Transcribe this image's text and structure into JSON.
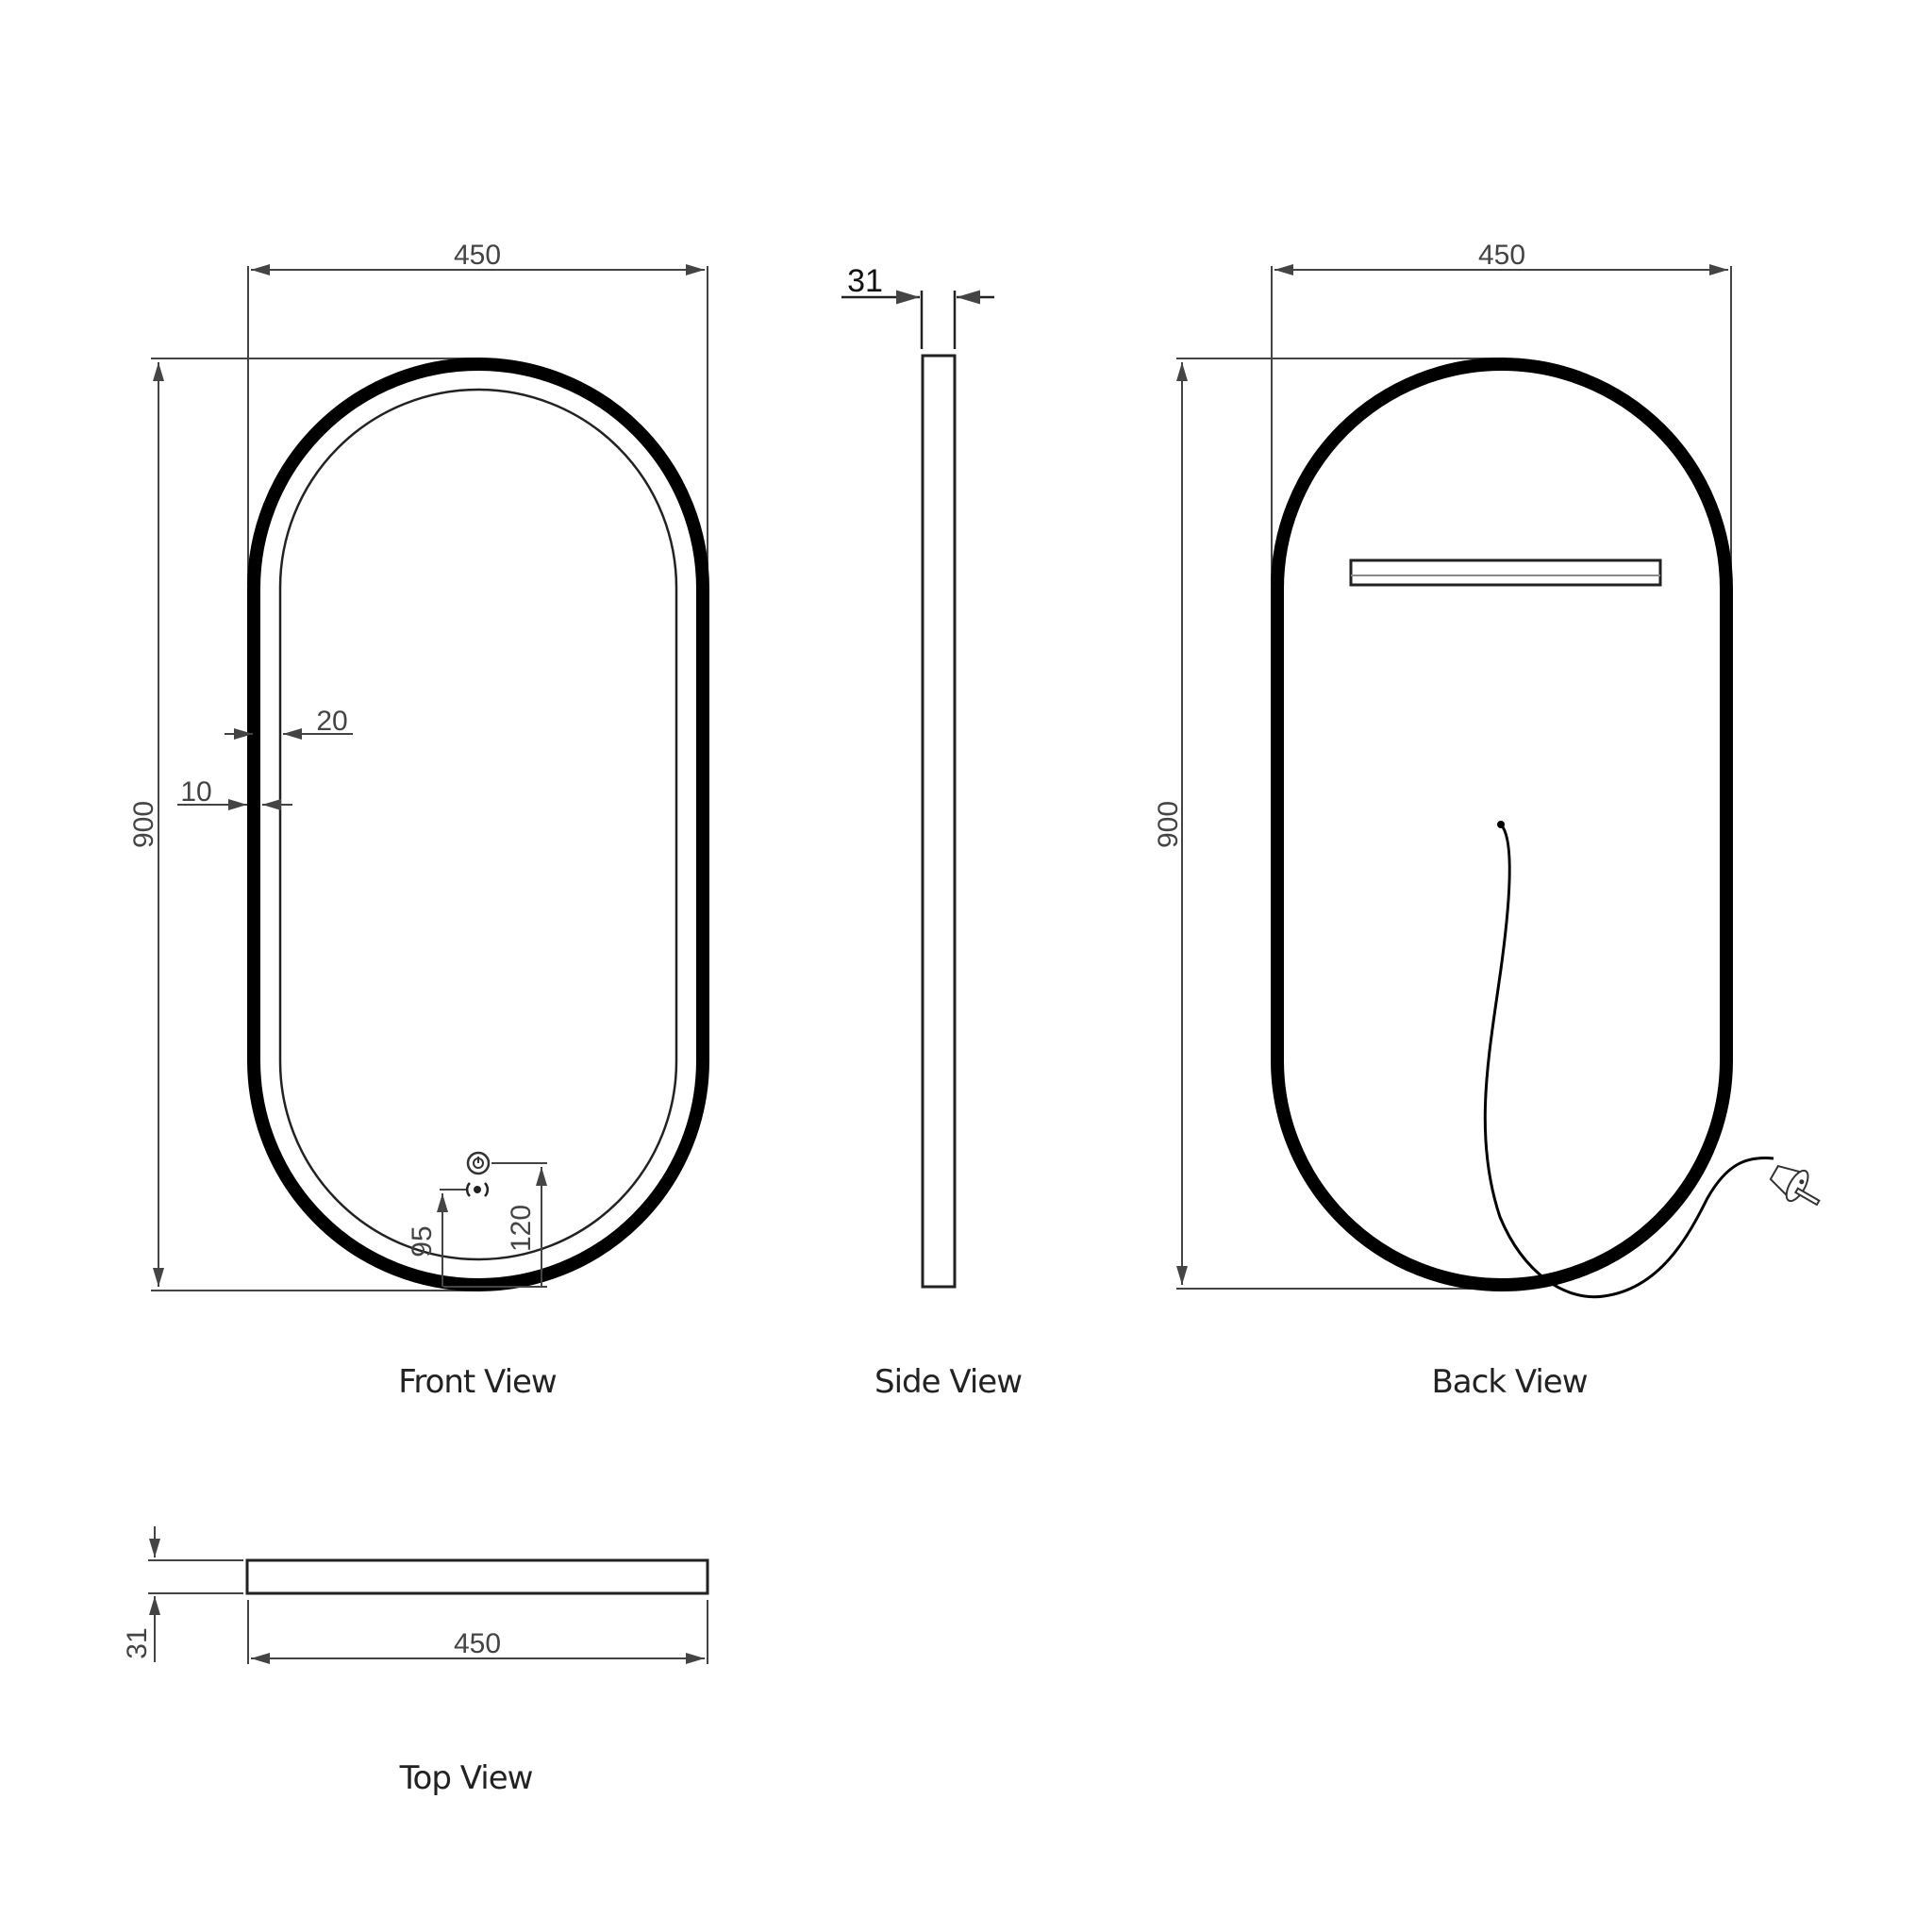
{
  "drawing": {
    "units": "mm",
    "views": {
      "front": {
        "caption": "Front View",
        "width_label": "450",
        "height_label": "900",
        "frame_offset_label": "20",
        "frame_width_label": "10",
        "sensor_height_label": "95",
        "button_height_label": "120",
        "icons": [
          "power-button-icon",
          "touch-sensor-icon"
        ]
      },
      "side": {
        "caption": "Side View",
        "depth_label": "31"
      },
      "back": {
        "caption": "Back View",
        "width_label": "450",
        "height_label": "900",
        "icons": [
          "mounting-bracket",
          "power-cable",
          "plug-icon"
        ]
      },
      "top": {
        "caption": "Top View",
        "width_label": "450",
        "depth_label": "31"
      }
    },
    "colors": {
      "frame": "#000000",
      "dimension_line": "#444444",
      "background": "#ffffff"
    }
  }
}
